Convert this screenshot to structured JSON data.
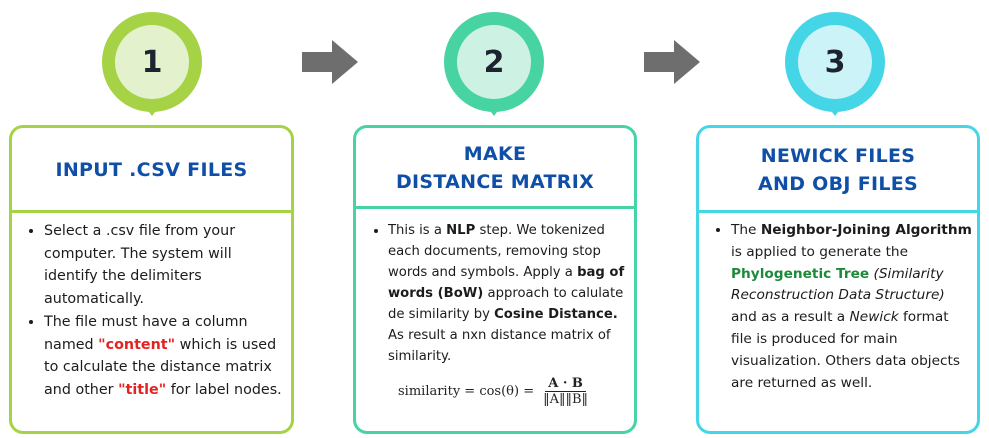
{
  "colors": {
    "step1": "#a6d246",
    "step1_inner": "#e3f2cd",
    "step2": "#47d4a2",
    "step2_inner": "#cdf2e4",
    "step3": "#44d6e6",
    "step3_inner": "#ccf3f8",
    "heading": "#0f4fa8",
    "highlight_red": "#e52222",
    "highlight_green": "#1d8a3a",
    "arrow": "#6e6e6e"
  },
  "steps": [
    {
      "number": "1",
      "title_lines": [
        "INPUT .CSV FILES"
      ],
      "bullets": [
        {
          "t1": "Select a .csv file from your computer. The system will identify the delimiters automatically."
        },
        {
          "t1": "The file must have a column named ",
          "h1": "\"content\"",
          "t2": " which is used to calculate the distance matrix and  other ",
          "h2": "\"title\"",
          "t3": " for label nodes."
        }
      ]
    },
    {
      "number": "2",
      "title_lines": [
        "MAKE",
        "DISTANCE MATRIX"
      ],
      "bullets": [
        {
          "t1": "This is a ",
          "b1": "NLP",
          "t2": " step. We tokenized each documents, removing stop words and symbols. Apply a ",
          "b2": "bag of words  (BoW)",
          "t3": " approach to calulate de similarity by ",
          "b3": "Cosine Distance.",
          "t4": "  As result a nxn distance matrix of similarity."
        }
      ],
      "formula": {
        "lhs": "similarity = cos(θ) =",
        "numerator": "A · B",
        "denominator": "‖A‖‖B‖"
      }
    },
    {
      "number": "3",
      "title_lines": [
        "NEWICK FILES",
        "AND OBJ FILES"
      ],
      "bullets": [
        {
          "t1": "The ",
          "b1": "Neighbor-Joining Algorithm",
          "t2": " is applied to generate the ",
          "g1": "Phylogenetic Tree",
          "i1": "  (Similarity Reconstruction Data Structure)",
          "t3": " and as a result a ",
          "i2": "Newick",
          "t4": " format file is produced for main visualization. Others data objects are returned as well."
        }
      ]
    }
  ]
}
